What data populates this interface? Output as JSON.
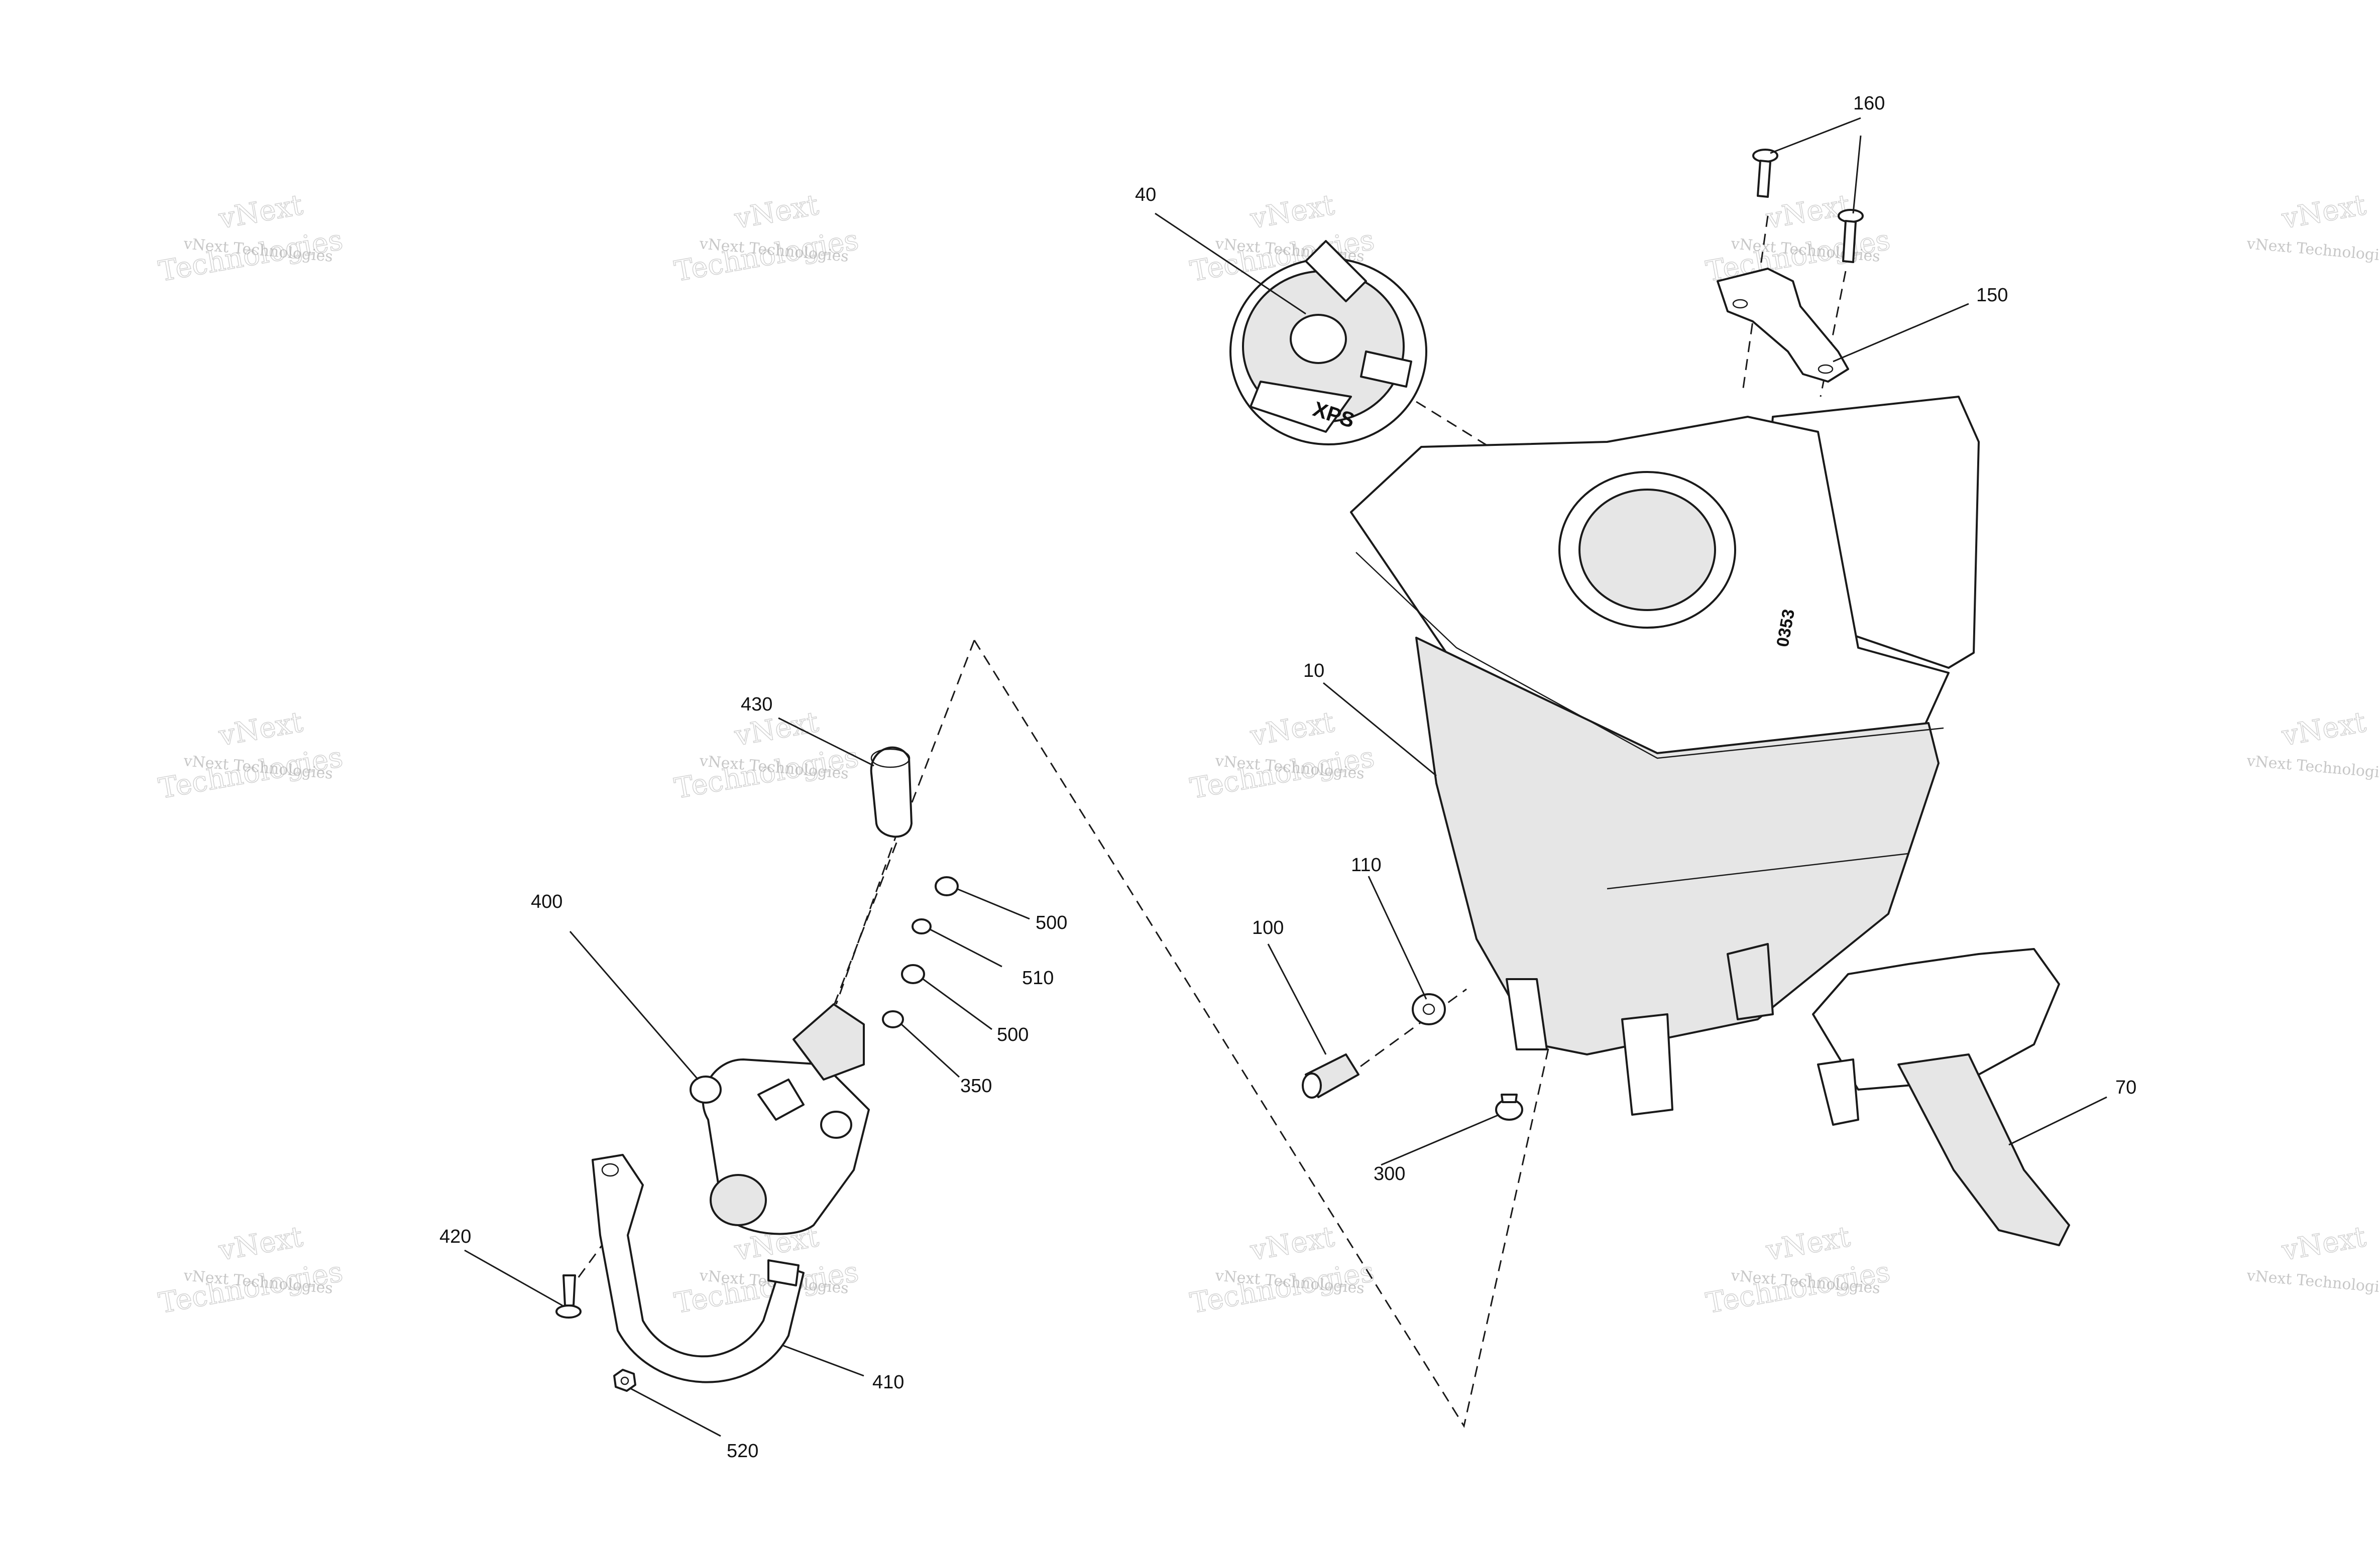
{
  "watermark": {
    "line1": "vNext Technologies",
    "line2": "vNext",
    "line3": "Technologies"
  },
  "callouts": [
    {
      "id": "c160",
      "label": "160"
    },
    {
      "id": "c40",
      "label": "40"
    },
    {
      "id": "c150",
      "label": "150"
    },
    {
      "id": "c10",
      "label": "10"
    },
    {
      "id": "c430",
      "label": "430"
    },
    {
      "id": "c110",
      "label": "110"
    },
    {
      "id": "c400",
      "label": "400"
    },
    {
      "id": "c500a",
      "label": "500"
    },
    {
      "id": "c100",
      "label": "100"
    },
    {
      "id": "c510",
      "label": "510"
    },
    {
      "id": "c500b",
      "label": "500"
    },
    {
      "id": "c350",
      "label": "350"
    },
    {
      "id": "c70",
      "label": "70"
    },
    {
      "id": "c300",
      "label": "300"
    },
    {
      "id": "c420",
      "label": "420"
    },
    {
      "id": "c410",
      "label": "410"
    },
    {
      "id": "c520",
      "label": "520"
    }
  ],
  "cap_text": "XPS",
  "tank_text": "0353"
}
